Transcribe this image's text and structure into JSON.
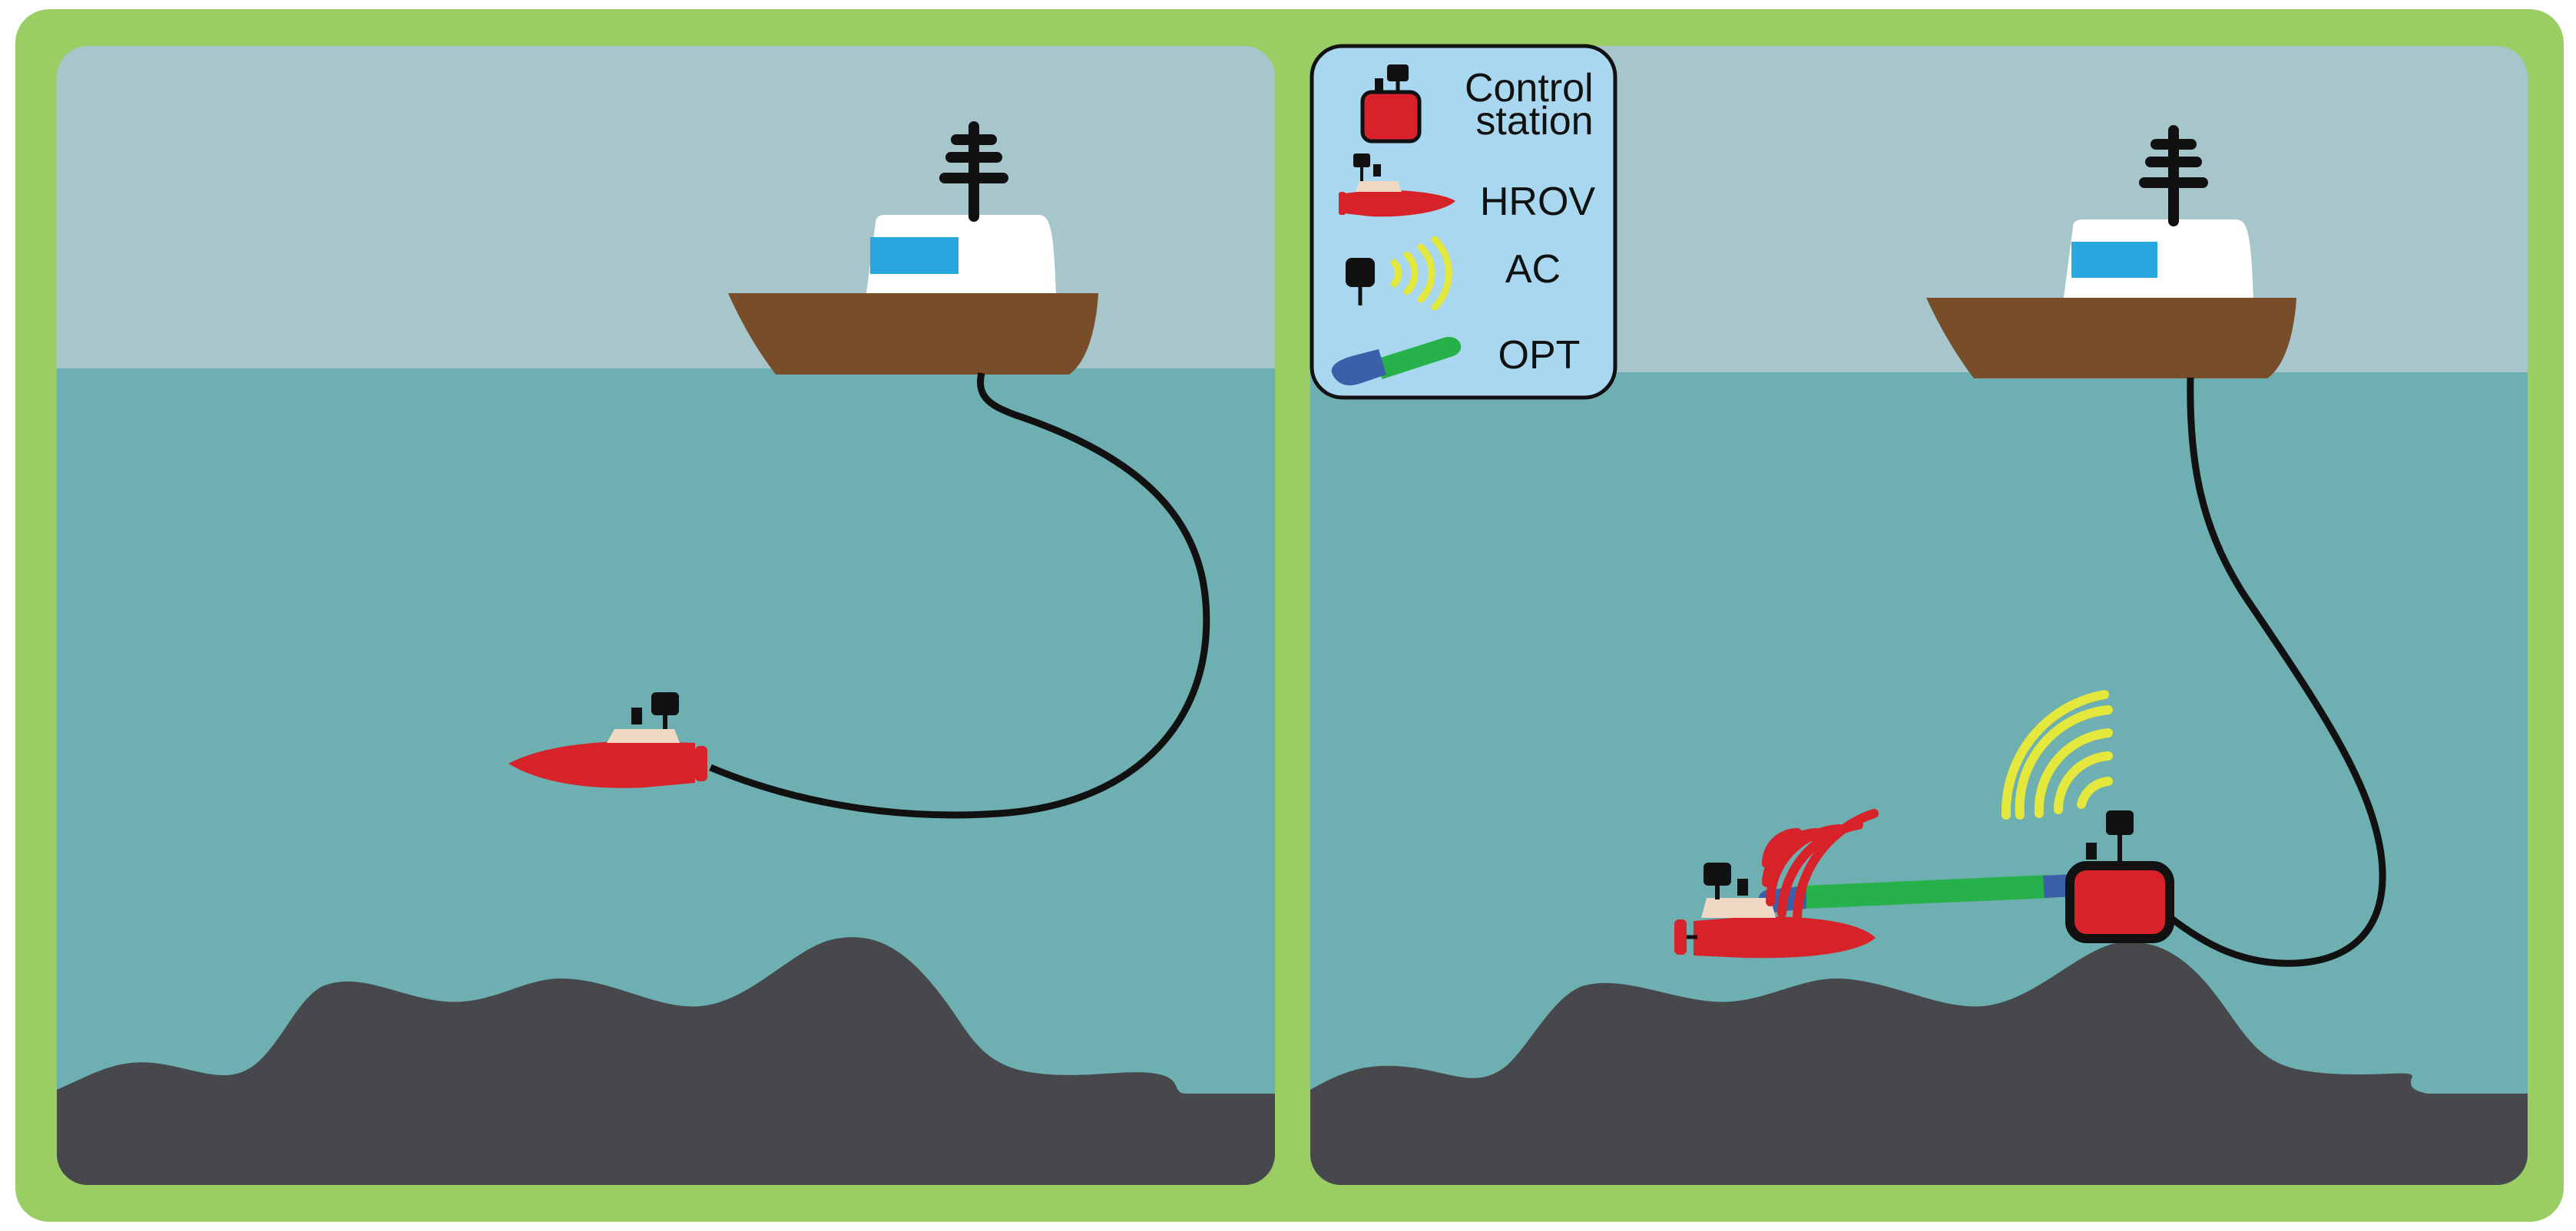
{
  "legend": {
    "items": [
      {
        "lines": [
          "Control",
          "station"
        ],
        "icon": "control-station-icon"
      },
      {
        "lines": [
          "HROV"
        ],
        "icon": "hrov-icon"
      },
      {
        "lines": [
          "AC"
        ],
        "icon": "acoustic-modem-icon"
      },
      {
        "lines": [
          "OPT"
        ],
        "icon": "optical-link-icon"
      }
    ]
  },
  "colors": {
    "frame": "#9acd64",
    "sky": "#a7c6cc",
    "water": "#6eafb2",
    "seabed": "#46484b",
    "hull": "#784e2a",
    "cabin": "#ffffff",
    "window": "#29a8df",
    "hrov": "#d82229",
    "hrov_top": "#efd9c4",
    "acoustic_hrov": "#d82229",
    "acoustic_station": "#e4e73c",
    "optical_green": "#27b14a",
    "optical_blue": "#3b5fa8",
    "legend_bg": "#a8d7ef",
    "tether": "#111111"
  }
}
